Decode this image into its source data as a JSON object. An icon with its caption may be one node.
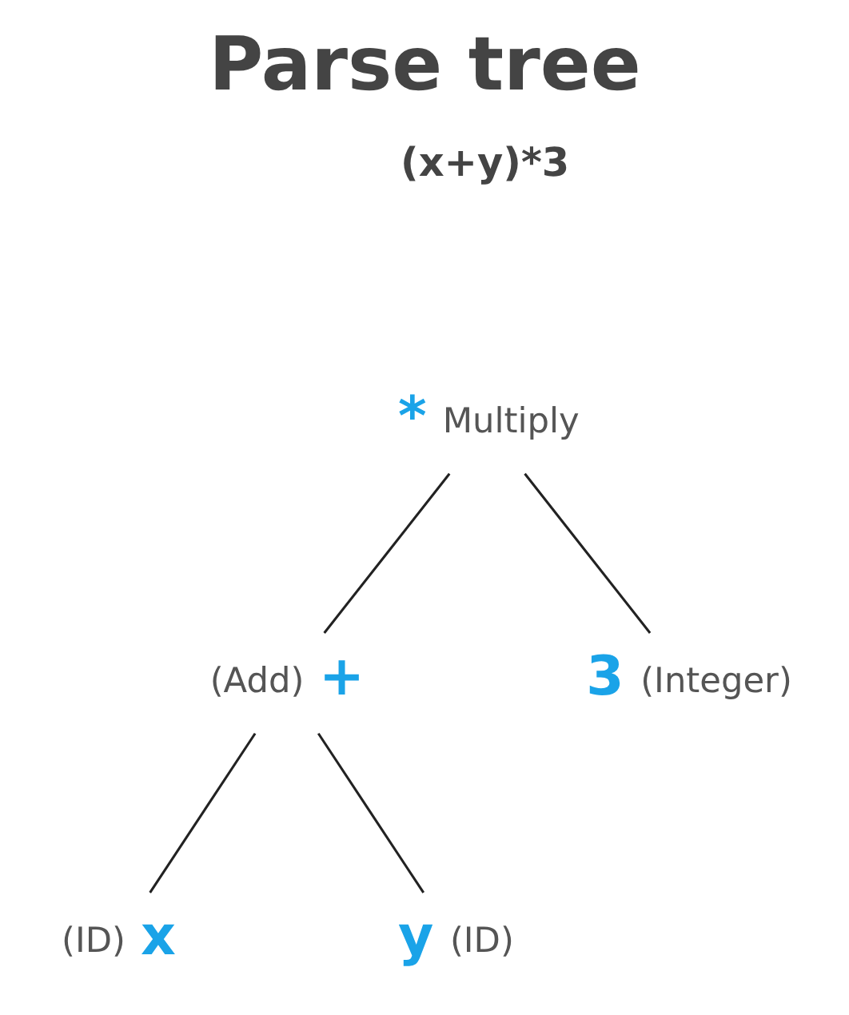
{
  "diagram": {
    "title": "Parse tree",
    "nodes": [
      {
        "text": [
          "*"
        ],
        "beside": [
          "Multiply"
        ]
      },
      {
        "text": [
          "+"
        ],
        "beside": [
          "(Add)"
        ]
      },
      {
        "text": [
          "3"
        ],
        "beside": [
          "(Integer)"
        ]
      },
      {
        "text": [
          "x"
        ],
        "beside": [
          "(ID)"
        ]
      },
      {
        "text": [
          "y"
        ],
        "beside": [
          "(ID)"
        ]
      }
    ],
    "edges": [
      {
        "from": 0,
        "to": 1,
        "arrow": "none"
      },
      {
        "from": 0,
        "to": 2,
        "arrow": "none"
      },
      {
        "from": 1,
        "to": 3,
        "arrow": "none"
      },
      {
        "from": 1,
        "to": 4,
        "arrow": "none"
      }
    ],
    "labels": [
      "(x+y)*3"
    ]
  }
}
